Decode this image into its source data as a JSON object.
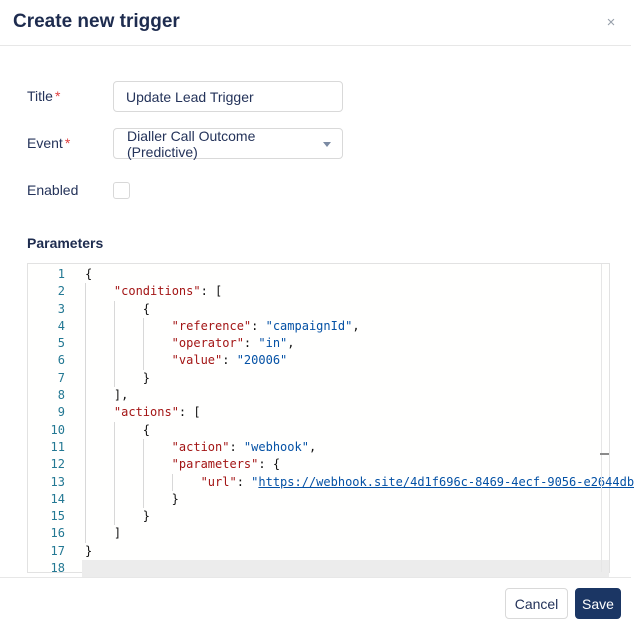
{
  "modal": {
    "title": "Create new trigger",
    "close_icon": "×"
  },
  "form": {
    "title_field": {
      "label": "Title",
      "required_marker": "*",
      "value": "Update Lead Trigger"
    },
    "event_field": {
      "label": "Event",
      "required_marker": "*",
      "value": "Dialler Call Outcome (Predictive)"
    },
    "enabled_field": {
      "label": "Enabled",
      "checked": false
    },
    "parameters_label": "Parameters"
  },
  "editor": {
    "language": "json",
    "active_line": 18,
    "lines": [
      {
        "n": 1,
        "indent": 0,
        "tokens": [
          [
            "p",
            "{"
          ]
        ]
      },
      {
        "n": 2,
        "indent": 1,
        "tokens": [
          [
            "k",
            "\"conditions\""
          ],
          [
            "p",
            ": ["
          ]
        ]
      },
      {
        "n": 3,
        "indent": 2,
        "tokens": [
          [
            "p",
            "{"
          ]
        ]
      },
      {
        "n": 4,
        "indent": 3,
        "tokens": [
          [
            "k",
            "\"reference\""
          ],
          [
            "p",
            ": "
          ],
          [
            "s",
            "\"campaignId\""
          ],
          [
            "p",
            ","
          ]
        ]
      },
      {
        "n": 5,
        "indent": 3,
        "tokens": [
          [
            "k",
            "\"operator\""
          ],
          [
            "p",
            ": "
          ],
          [
            "s",
            "\"in\""
          ],
          [
            "p",
            ","
          ]
        ]
      },
      {
        "n": 6,
        "indent": 3,
        "tokens": [
          [
            "k",
            "\"value\""
          ],
          [
            "p",
            ": "
          ],
          [
            "s",
            "\"20006\""
          ]
        ]
      },
      {
        "n": 7,
        "indent": 2,
        "tokens": [
          [
            "p",
            "}"
          ]
        ]
      },
      {
        "n": 8,
        "indent": 1,
        "tokens": [
          [
            "p",
            "],"
          ]
        ]
      },
      {
        "n": 9,
        "indent": 1,
        "tokens": [
          [
            "k",
            "\"actions\""
          ],
          [
            "p",
            ": ["
          ]
        ]
      },
      {
        "n": 10,
        "indent": 2,
        "tokens": [
          [
            "p",
            "{"
          ]
        ]
      },
      {
        "n": 11,
        "indent": 3,
        "tokens": [
          [
            "k",
            "\"action\""
          ],
          [
            "p",
            ": "
          ],
          [
            "s",
            "\"webhook\""
          ],
          [
            "p",
            ","
          ]
        ]
      },
      {
        "n": 12,
        "indent": 3,
        "tokens": [
          [
            "k",
            "\"parameters\""
          ],
          [
            "p",
            ": {"
          ]
        ]
      },
      {
        "n": 13,
        "indent": 4,
        "tokens": [
          [
            "k",
            "\"url\""
          ],
          [
            "p",
            ": "
          ],
          [
            "s",
            "\""
          ],
          [
            "u",
            "https://webhook.site/4d1f696c-8469-4ecf-9056-e2644db"
          ]
        ]
      },
      {
        "n": 14,
        "indent": 3,
        "tokens": [
          [
            "p",
            "}"
          ]
        ]
      },
      {
        "n": 15,
        "indent": 2,
        "tokens": [
          [
            "p",
            "}"
          ]
        ]
      },
      {
        "n": 16,
        "indent": 1,
        "tokens": [
          [
            "p",
            "]"
          ]
        ]
      },
      {
        "n": 17,
        "indent": 0,
        "tokens": [
          [
            "p",
            "}"
          ]
        ]
      },
      {
        "n": 18,
        "indent": 0,
        "tokens": []
      }
    ]
  },
  "footer": {
    "cancel_label": "Cancel",
    "save_label": "Save"
  },
  "colors": {
    "heading": "#1e2c4f",
    "required_marker": "#e03e3e",
    "save_button_bg": "#1b3664",
    "code_key": "#a31515",
    "code_string": "#0451a5",
    "code_line_number": "#237893",
    "active_line_bg": "#ececec"
  }
}
